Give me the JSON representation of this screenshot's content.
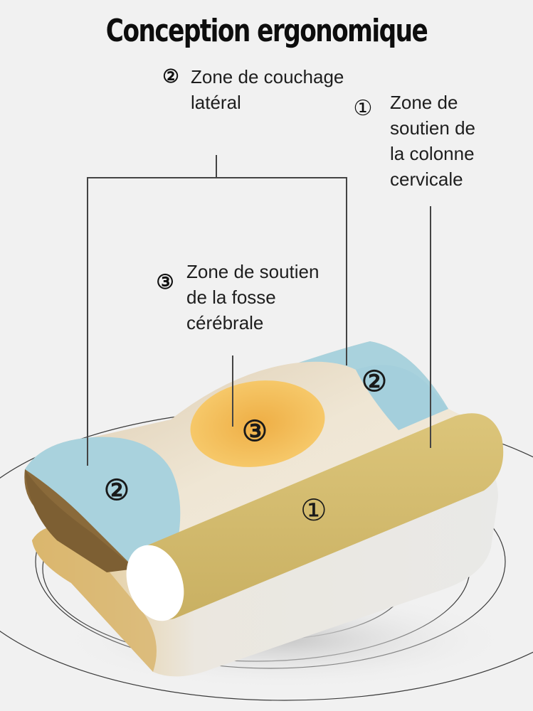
{
  "title": "Conception ergonomique",
  "zones": [
    {
      "number": "①",
      "label_lines": [
        "Zone de",
        "soutien de",
        "la colonne",
        "cervicale"
      ],
      "color": "#d6c073"
    },
    {
      "number": "②",
      "label_lines": [
        "Zone de couchage",
        "latéral"
      ],
      "color": "#a9d2dd"
    },
    {
      "number": "③",
      "label_lines": [
        "Zone de soutien",
        "de la fosse",
        "cérébrale"
      ],
      "color": "#f2c060"
    }
  ],
  "pillow_markers": {
    "left": "②",
    "right": "②",
    "center": "③",
    "roll": "①"
  },
  "colors": {
    "background": "#f1f1f1",
    "side_zone": "#a9d2dd",
    "head_zone": "#f2c060",
    "neck_roll": "#d6c073",
    "base_cream": "#efe7d6",
    "brown_edge": "#8a6a3a",
    "lower_layer": "#e8e8e6"
  }
}
